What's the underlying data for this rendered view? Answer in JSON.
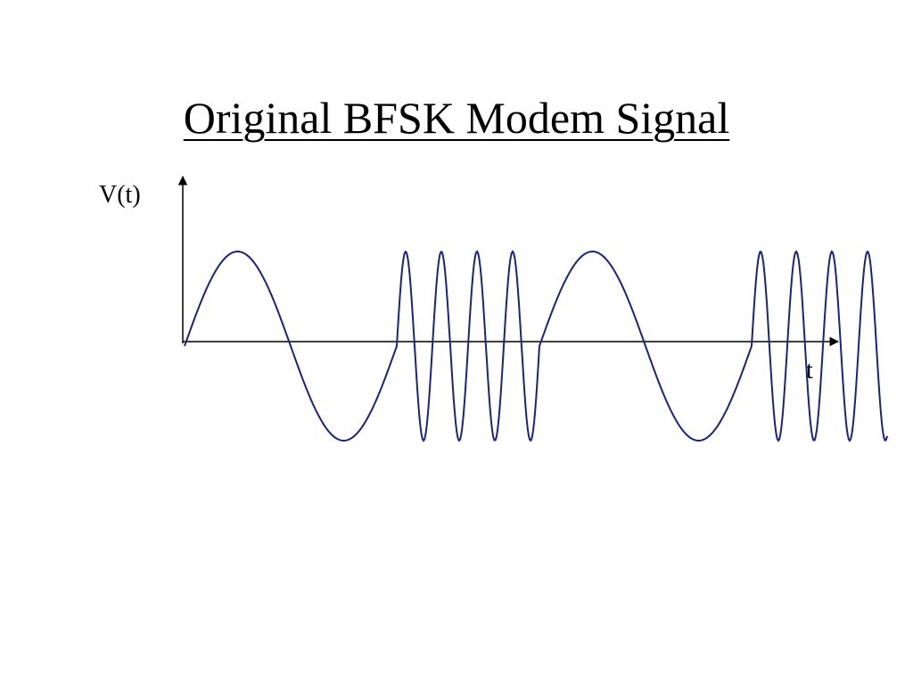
{
  "slide": {
    "title": "Original BFSK Modem Signal"
  },
  "chart_data": {
    "type": "line",
    "ylabel": "V(t)",
    "xlabel": "t",
    "segments": [
      {
        "bit": 0,
        "cycles": 1
      },
      {
        "bit": 1,
        "cycles": 4
      },
      {
        "bit": 0,
        "cycles": 1
      },
      {
        "bit": 1,
        "cycles": 3.8
      }
    ],
    "colors": {
      "signal": "#1a237e",
      "axis": "#000000"
    }
  }
}
